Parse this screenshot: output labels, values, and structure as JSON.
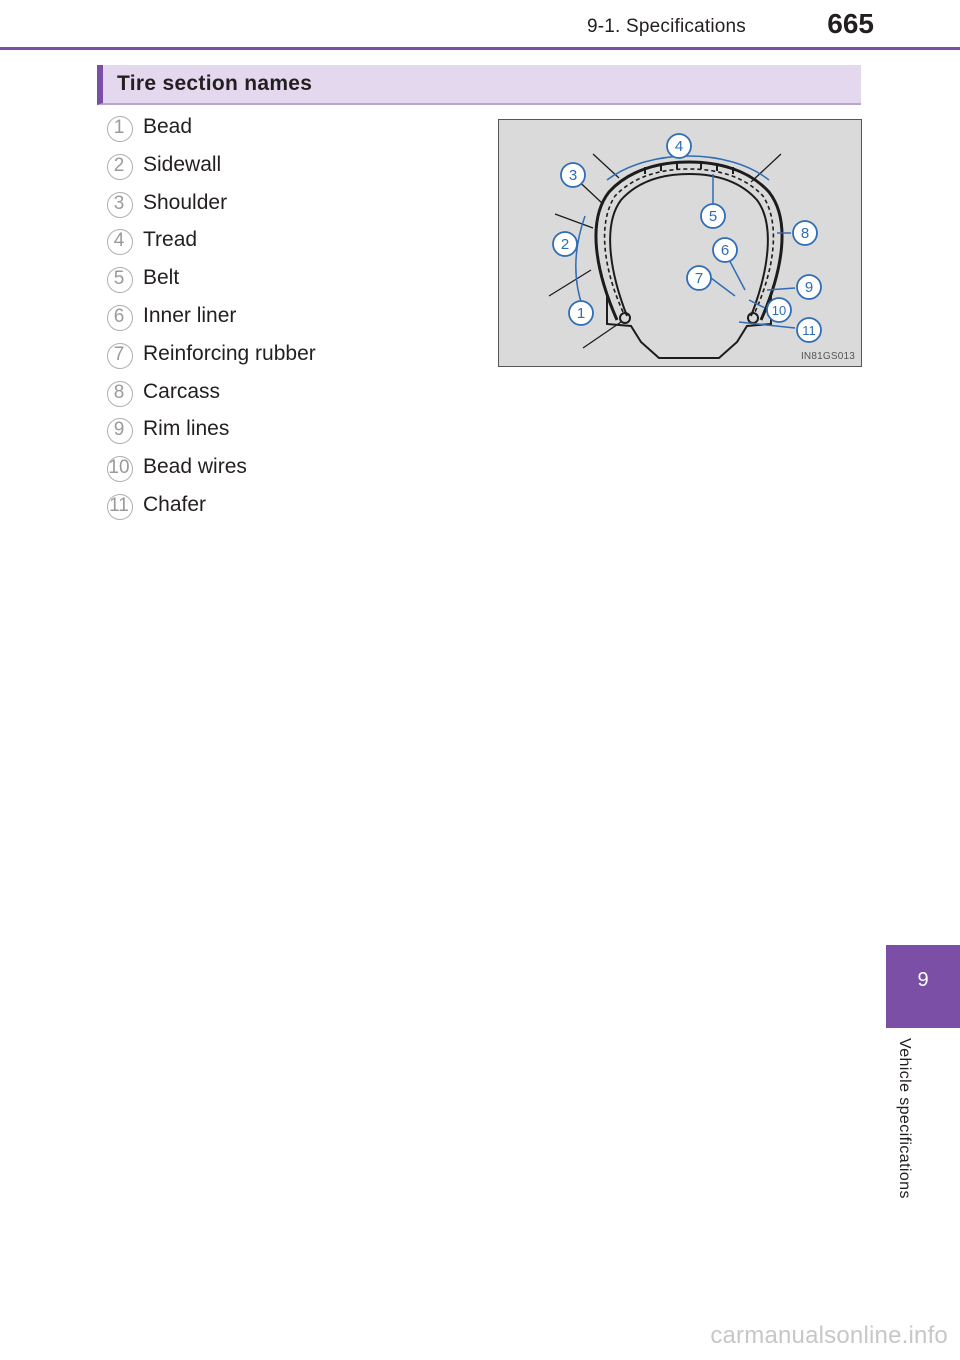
{
  "header": {
    "section": "9-1. Specifications",
    "page_number": "665"
  },
  "section": {
    "title": "Tire section names"
  },
  "parts": [
    {
      "num": "1",
      "label": "Bead"
    },
    {
      "num": "2",
      "label": "Sidewall"
    },
    {
      "num": "3",
      "label": "Shoulder"
    },
    {
      "num": "4",
      "label": "Tread"
    },
    {
      "num": "5",
      "label": "Belt"
    },
    {
      "num": "6",
      "label": "Inner liner"
    },
    {
      "num": "7",
      "label": "Reinforcing rubber"
    },
    {
      "num": "8",
      "label": "Carcass"
    },
    {
      "num": "9",
      "label": "Rim lines"
    },
    {
      "num": "10",
      "label": "Bead wires"
    },
    {
      "num": "11",
      "label": "Chafer"
    }
  ],
  "figure": {
    "code": "IN81GS013",
    "callouts": [
      "1",
      "2",
      "3",
      "4",
      "5",
      "6",
      "7",
      "8",
      "9",
      "10",
      "11"
    ]
  },
  "side_tab": {
    "number": "9",
    "label": "Vehicle specifications"
  },
  "watermark": "carmanualsonline.info",
  "colors": {
    "accent": "#7b4fa6",
    "section_bar": "#e3d8ee",
    "callout_blue": "#2f6db5"
  }
}
